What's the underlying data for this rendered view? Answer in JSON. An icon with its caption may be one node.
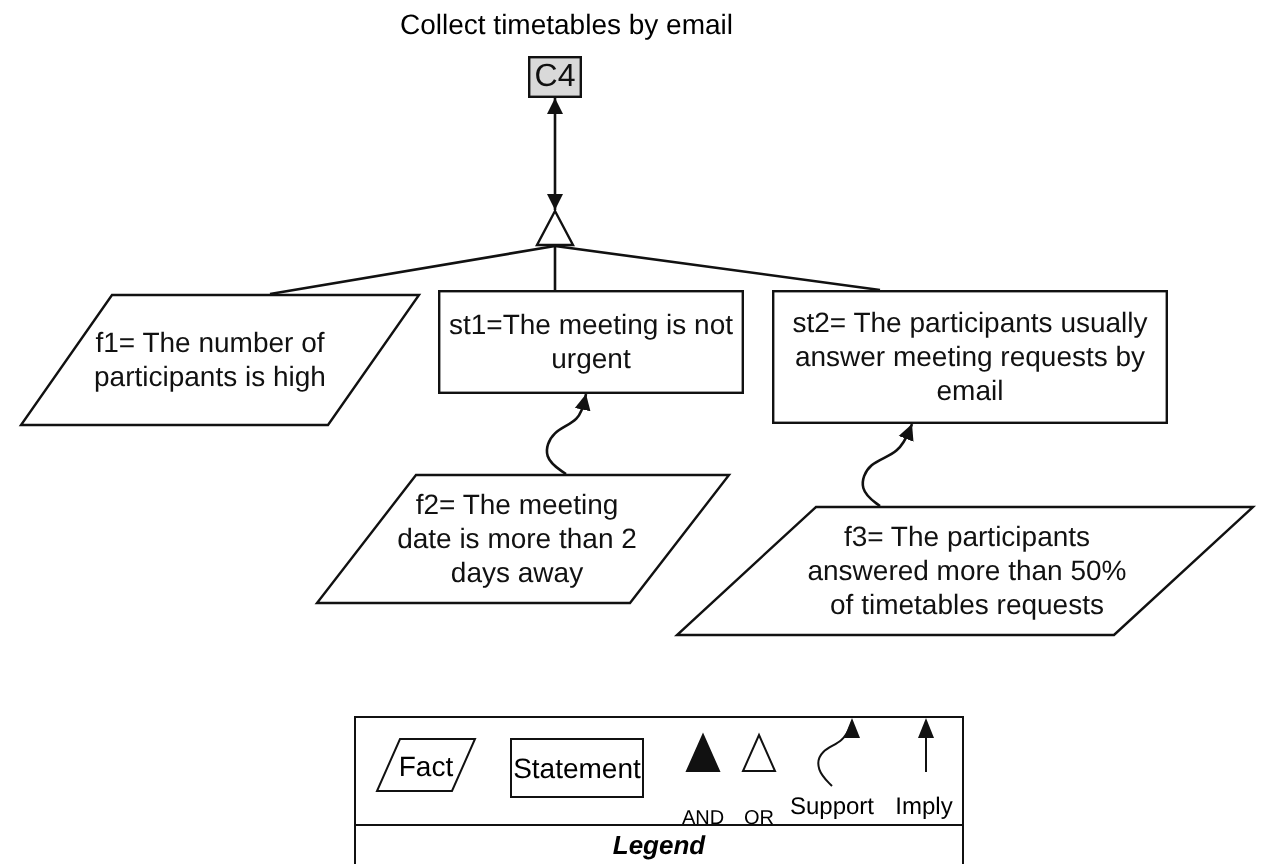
{
  "diagram": {
    "nodes": [
      {
        "text": [
          "C4"
        ],
        "beside": [
          "Collect timetables by email"
        ]
      },
      {
        "text": [],
        "shape": "triangle"
      },
      {
        "text": [
          "f1= The number of participants is high"
        ]
      },
      {
        "text": [
          "st1=The meeting is not urgent"
        ]
      },
      {
        "text": [
          "st2= The participants usually answer meeting requests by email"
        ]
      },
      {
        "text": [
          "f2= The meeting date is more than 2 days away"
        ]
      },
      {
        "text": [
          "f3= The participants answered more than 50% of timetables requests"
        ]
      }
    ],
    "edges": [
      {
        "from": 0,
        "to": 1,
        "arrow": "both"
      },
      {
        "from": 1,
        "to": 2,
        "arrow": "none"
      },
      {
        "from": 1,
        "to": 3,
        "arrow": "none"
      },
      {
        "from": 1,
        "to": 4,
        "arrow": "none"
      },
      {
        "from": 5,
        "to": 3,
        "arrow": "to"
      },
      {
        "from": 6,
        "to": 4,
        "arrow": "to"
      }
    ],
    "labels": [
      "Legend"
    ],
    "legend": [
      {
        "text": "Fact"
      },
      {
        "text": "Statement"
      },
      {
        "text": "AND"
      },
      {
        "text": "OR"
      },
      {
        "text": "Support"
      },
      {
        "text": "Imply"
      }
    ]
  }
}
